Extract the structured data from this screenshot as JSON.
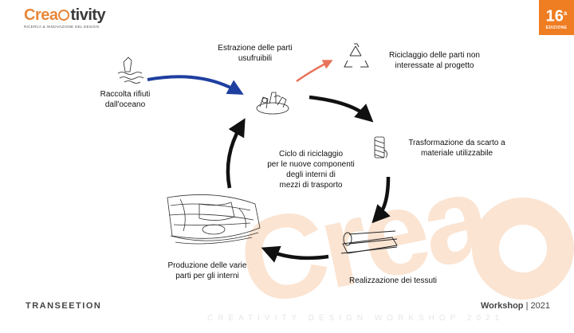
{
  "header": {
    "logo_crea": "Crea",
    "logo_ivity": "tivity",
    "tagline": "RICERCA & INNOVAZIONE NEL DESIGN",
    "badge_number": "16",
    "badge_suffix": "a",
    "badge_label": "EDIZIONE"
  },
  "watermark": {
    "text": "Crea"
  },
  "diagram": {
    "center_text": [
      "Ciclo di riciclaggio",
      "per le nuove componenti",
      "degli interni di",
      "mezzi di trasporto"
    ],
    "steps": {
      "collection": [
        "Raccolta rifiuti",
        "dall'oceano"
      ],
      "extraction": [
        "Estrazione delle parti",
        "usufruibili"
      ],
      "recycling": [
        "Riciclaggio delle parti non",
        "interessate al progetto"
      ],
      "transformation": [
        "Trasformazione da scarto a",
        "materiale utilizzabile"
      ],
      "fabrics": [
        "Realizzazione dei tessuti"
      ],
      "production": [
        "Produzione delle varie",
        "parti per gli interni"
      ]
    },
    "colors": {
      "blue_arrow": "#1f3fa0",
      "red_arrow": "#e8735a",
      "black_arrow": "#111111",
      "accent": "#ef7d22"
    }
  },
  "footer": {
    "brand": "TRANSEETION",
    "workshop": "Workshop",
    "separator": "|",
    "year": "2021",
    "faint_text": "CREATIVITY DESIGN WORKSHOP 2021"
  }
}
